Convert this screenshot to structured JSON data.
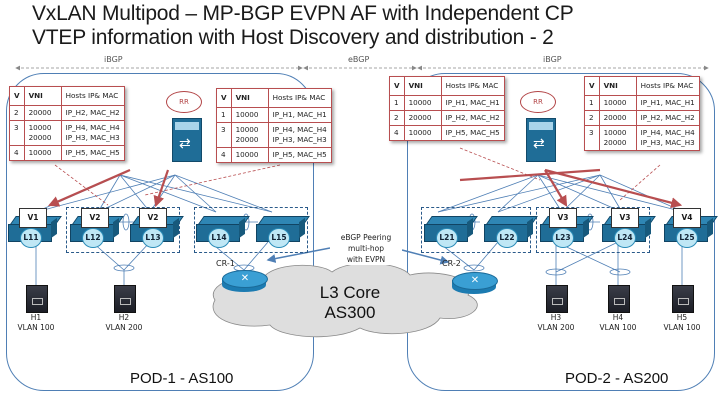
{
  "title": {
    "line1": "VxLAN Multipod – MP-BGP EVPN AF with Independent CP",
    "line2": "VTEP information with Host Discovery and distribution - 2"
  },
  "zones": {
    "left": "iBGP",
    "middle": "eBGP",
    "right": "iBGP"
  },
  "pods": [
    {
      "label": "POD-1 - AS100"
    },
    {
      "label": "POD-2 - AS200"
    }
  ],
  "table_headers": {
    "v": "V",
    "vni": "VNI",
    "hosts": "Hosts IP& MAC"
  },
  "tables": [
    {
      "rows": [
        {
          "v": "2",
          "vni": "20000",
          "hosts": "IP_H2, MAC_H2"
        },
        {
          "v": "3",
          "vni": "10000\n20000",
          "hosts": "IP_H4, MAC_H4\nIP_H3, MAC_H3"
        },
        {
          "v": "4",
          "vni": "10000",
          "hosts": "IP_H5, MAC_H5"
        }
      ]
    },
    {
      "rows": [
        {
          "v": "1",
          "vni": "10000",
          "hosts": "IP_H1, MAC_H1"
        },
        {
          "v": "3",
          "vni": "10000\n20000",
          "hosts": "IP_H4, MAC_H4\nIP_H3, MAC_H3"
        },
        {
          "v": "4",
          "vni": "10000",
          "hosts": "IP_H5, MAC_H5"
        }
      ]
    },
    {
      "rows": [
        {
          "v": "1",
          "vni": "10000",
          "hosts": "IP_H1, MAC_H1"
        },
        {
          "v": "2",
          "vni": "20000",
          "hosts": "IP_H2, MAC_H2"
        },
        {
          "v": "4",
          "vni": "10000",
          "hosts": "IP_H5, MAC_H5"
        }
      ]
    },
    {
      "rows": [
        {
          "v": "1",
          "vni": "10000",
          "hosts": "IP_H1, MAC_H1"
        },
        {
          "v": "2",
          "vni": "20000",
          "hosts": "IP_H2, MAC_H2"
        },
        {
          "v": "3",
          "vni": "10000\n20000",
          "hosts": "IP_H4, MAC_H4\nIP_H3, MAC_H3"
        }
      ]
    }
  ],
  "rr_label": "RR",
  "leaves": [
    "L11",
    "L12",
    "L13",
    "L14",
    "L15",
    "L21",
    "L22",
    "L23",
    "L24",
    "L25"
  ],
  "vteps": {
    "L11": "V1",
    "L12": "V2",
    "L13": "V2",
    "L23": "V3",
    "L24": "V3",
    "L25": "V4"
  },
  "hosts": [
    {
      "name": "H1",
      "vlan": "VLAN 100"
    },
    {
      "name": "H2",
      "vlan": "VLAN 200"
    },
    {
      "name": "H3",
      "vlan": "VLAN 200"
    },
    {
      "name": "H4",
      "vlan": "VLAN 100"
    },
    {
      "name": "H5",
      "vlan": "VLAN 100"
    }
  ],
  "routers": [
    {
      "label": "CR-1"
    },
    {
      "label": "CR-2"
    }
  ],
  "core": {
    "line1": "L3 Core",
    "line2": "AS300"
  },
  "peering": {
    "line1": "eBGP Peering",
    "line2": "multi-hop",
    "line3": "with EVPN"
  },
  "colors": {
    "red": "#b84e50",
    "blue": "#4f7fb5",
    "cisco": "#1f6d97"
  }
}
